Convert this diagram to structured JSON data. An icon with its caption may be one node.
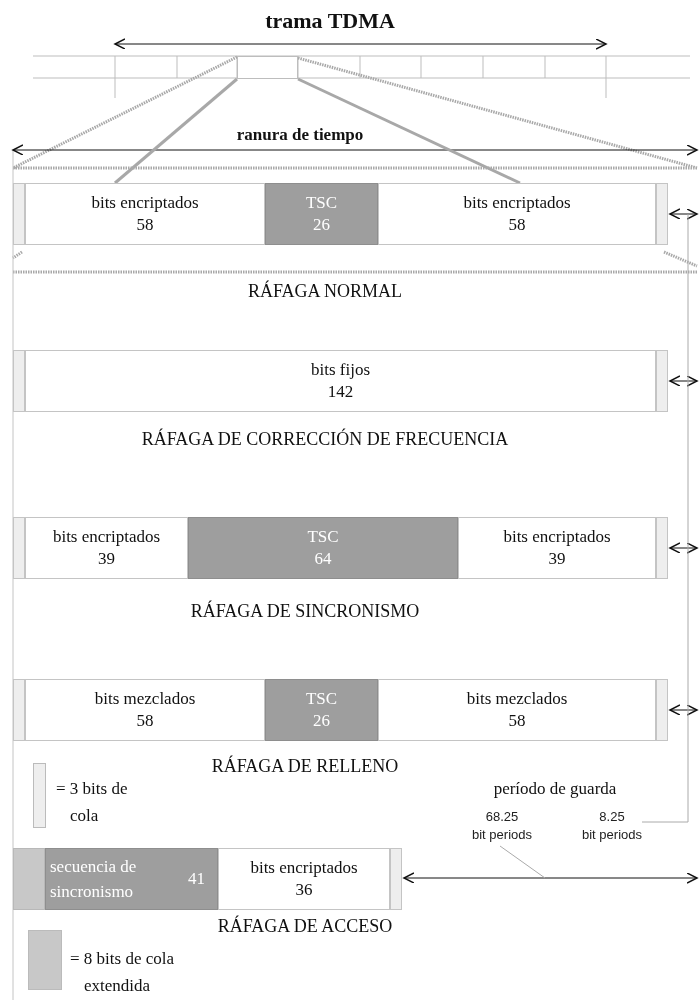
{
  "diagram": {
    "title": "trama TDMA",
    "nodes": [
      {
        "text": [],
        "shape": "box"
      },
      {
        "text": [
          "bits encriptados",
          "58"
        ]
      },
      {
        "text": [
          "TSC",
          "26"
        ]
      },
      {
        "text": [
          "bits encriptados",
          "58"
        ]
      },
      {
        "text": [],
        "shape": "box"
      },
      {
        "text": [],
        "shape": "box"
      },
      {
        "text": [
          "bits fijos",
          "142"
        ]
      },
      {
        "text": [],
        "shape": "box"
      },
      {
        "text": [],
        "shape": "box"
      },
      {
        "text": [
          "bits encriptados",
          "39"
        ]
      },
      {
        "text": [
          "TSC",
          "64"
        ]
      },
      {
        "text": [
          "bits encriptados",
          "39"
        ]
      },
      {
        "text": [],
        "shape": "box"
      },
      {
        "text": [],
        "shape": "box"
      },
      {
        "text": [
          "bits mezclados",
          "58"
        ]
      },
      {
        "text": [
          "TSC",
          "26"
        ]
      },
      {
        "text": [
          "bits mezclados",
          "58"
        ]
      },
      {
        "text": [],
        "shape": "box"
      },
      {
        "text": [],
        "shape": "box"
      },
      {
        "text": [
          "secuencia de sincronismo",
          "41"
        ]
      },
      {
        "text": [
          "bits encriptados",
          "36"
        ]
      },
      {
        "text": [],
        "shape": "box"
      },
      {
        "text": [
          "68.25",
          "bit periods"
        ]
      },
      {
        "text": [
          "8.25",
          "bit periods"
        ]
      },
      {
        "text": [],
        "shape": "box"
      }
    ],
    "edges": [
      {
        "from": 22,
        "to": null,
        "arrow": "none"
      },
      {
        "from": 23,
        "to": null,
        "arrow": "none"
      },
      {
        "from": 24,
        "to": 1,
        "arrow": "none",
        "style": "thick",
        "color": "#a8a8a8"
      },
      {
        "from": 24,
        "to": 3,
        "arrow": "none",
        "style": "thick",
        "color": "#a8a8a8"
      }
    ],
    "labels": [
      "ranura de tiempo",
      "RÁFAGA NORMAL",
      "RÁFAGA DE CORRECCIÓN DE FRECUENCIA",
      "RÁFAGA DE SINCRONISMO",
      "RÁFAGA DE RELLENO",
      "período de guarda",
      "RÁFAGA DE ACCESO"
    ],
    "legend": [
      {
        "text": "= 3 bits de cola",
        "color": "#eeeeee"
      },
      {
        "text": "= 8 bits de cola extendida",
        "color": "#c8c8c8"
      }
    ]
  }
}
